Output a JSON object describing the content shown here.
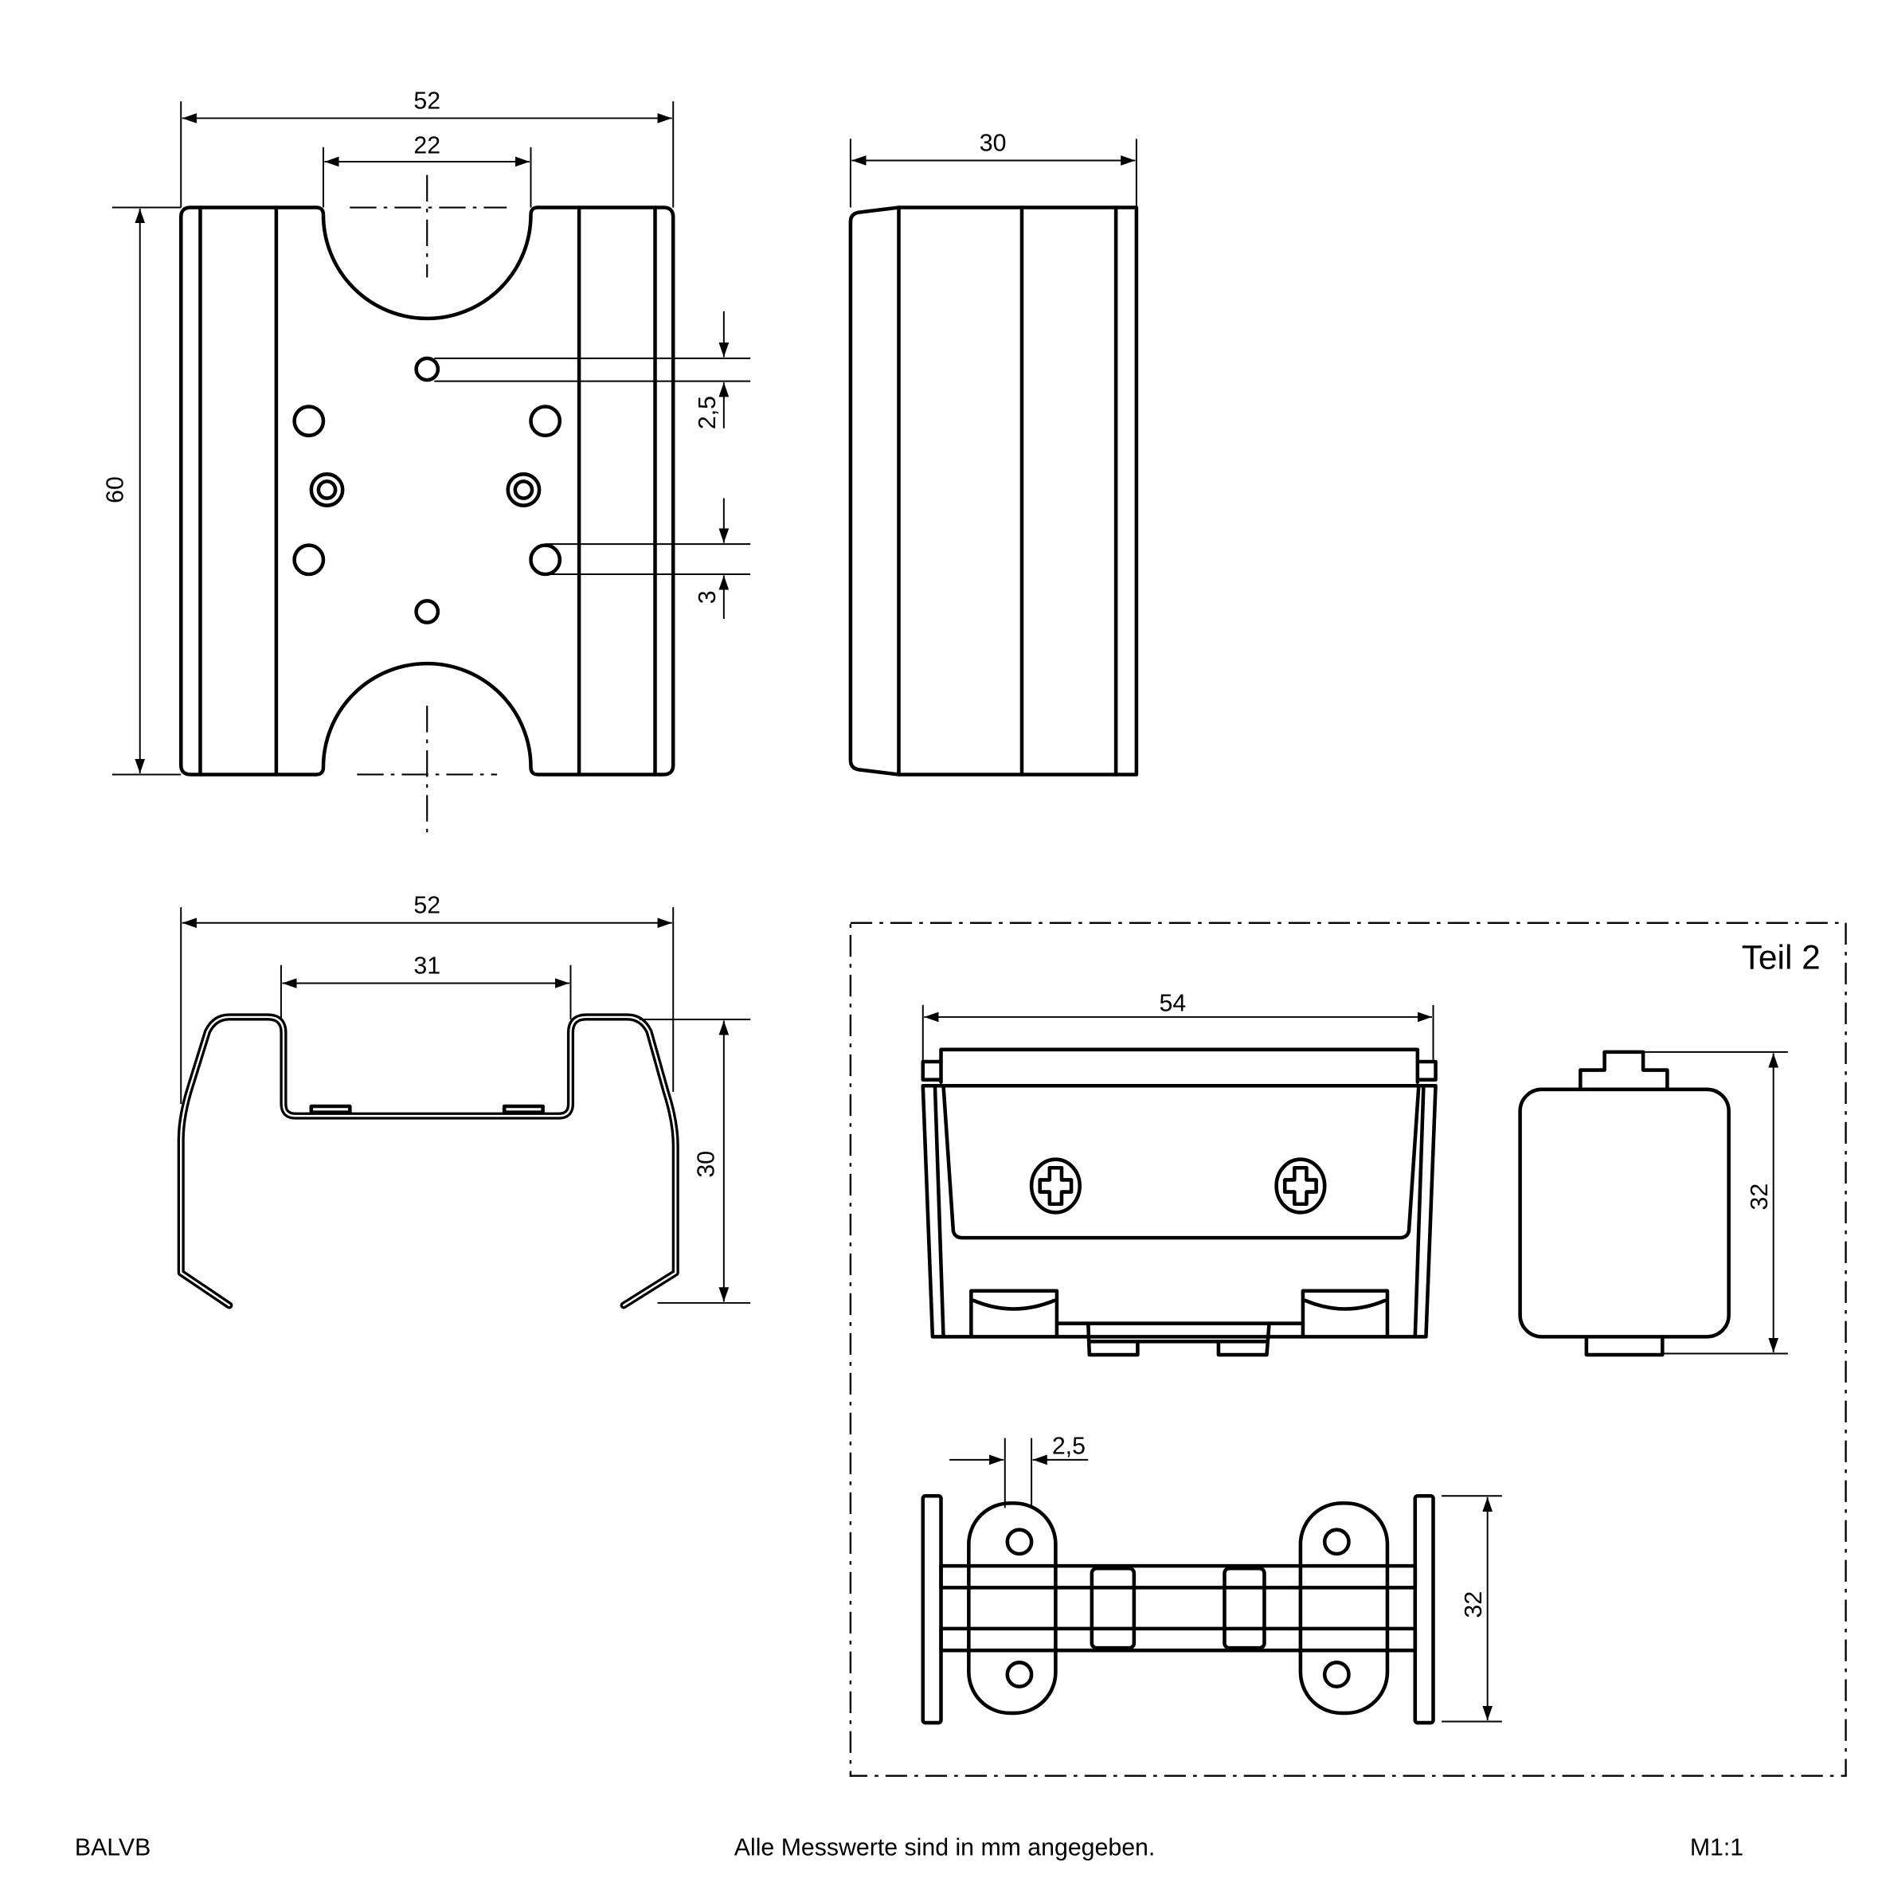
{
  "drawing": {
    "part_code": "BALVB",
    "note": "Alle Messwerte sind in mm angegeben.",
    "scale": "M1:1",
    "detail_box_label": "Teil 2"
  },
  "dimensions": {
    "front_width": "52",
    "front_notch_width": "22",
    "front_height": "60",
    "hole_spacing_top": "2,5",
    "hole_spacing_lower": "3",
    "side_depth": "30",
    "profile_width": "52",
    "profile_inner_width": "31",
    "profile_height": "30",
    "teil2_width": "54",
    "teil2_side_height": "32",
    "teil2_hole_offset": "2,5",
    "teil2_bottom_height": "32"
  }
}
